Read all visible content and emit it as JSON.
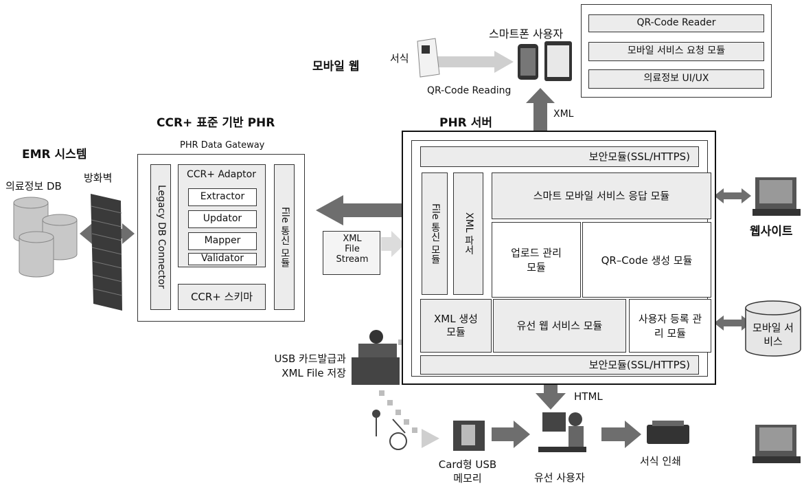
{
  "mobile_web": {
    "title": "모바일 웹",
    "form_label": "서식",
    "qr_reading": "QR-Code Reading",
    "smartphone_user": "스마트폰 사용자",
    "client_modules": [
      "QR-Code Reader",
      "모바일 서비스 요청 모듈",
      "의료정보 UI/UX"
    ]
  },
  "emr": {
    "title": "EMR 시스템",
    "db_label": "의료정보 DB",
    "firewall_label": "방화벽"
  },
  "ccr": {
    "title": "CCR+ 표준 기반 PHR",
    "gateway_label": "PHR Data Gateway",
    "legacy_connector": "Legacy DB Connector",
    "adaptor_title": "CCR+ Adaptor",
    "adaptor_items": [
      "Extractor",
      "Updator",
      "Mapper",
      "Validator"
    ],
    "schema": "CCR+ 스키마",
    "file_comm": "File 통신 모듈"
  },
  "stream": {
    "lines": [
      "XML",
      "File",
      "Stream"
    ]
  },
  "phr_server": {
    "title": "PHR 서버",
    "xml_label": "XML",
    "security_top": "보안모듈(SSL/HTTPS)",
    "security_bottom": "보안모듈(SSL/HTTPS)",
    "file_comm": "File 통신 모듈",
    "xml_parser": "XML 파서",
    "smart_mobile": "스마트 모바일 서비스 응답 모듈",
    "upload": "업로드 관리 모듈",
    "qr_gen": "QR–Code 생성 모듈",
    "xml_gen": "XML 생성 모듈",
    "wired_web": "유선 웹 서비스 모듈",
    "user_reg": "사용자 등록 관리 모듈"
  },
  "right": {
    "website": "웹사이트",
    "mobile_service": "모바일 서비스"
  },
  "bottom": {
    "usb_issue": "USB 카드발급과 XML File 저장",
    "html_label": "HTML",
    "card_usb": "Card형 USB 메모리",
    "wired_user": "유선 사용자",
    "print": "서식 인쇄"
  }
}
